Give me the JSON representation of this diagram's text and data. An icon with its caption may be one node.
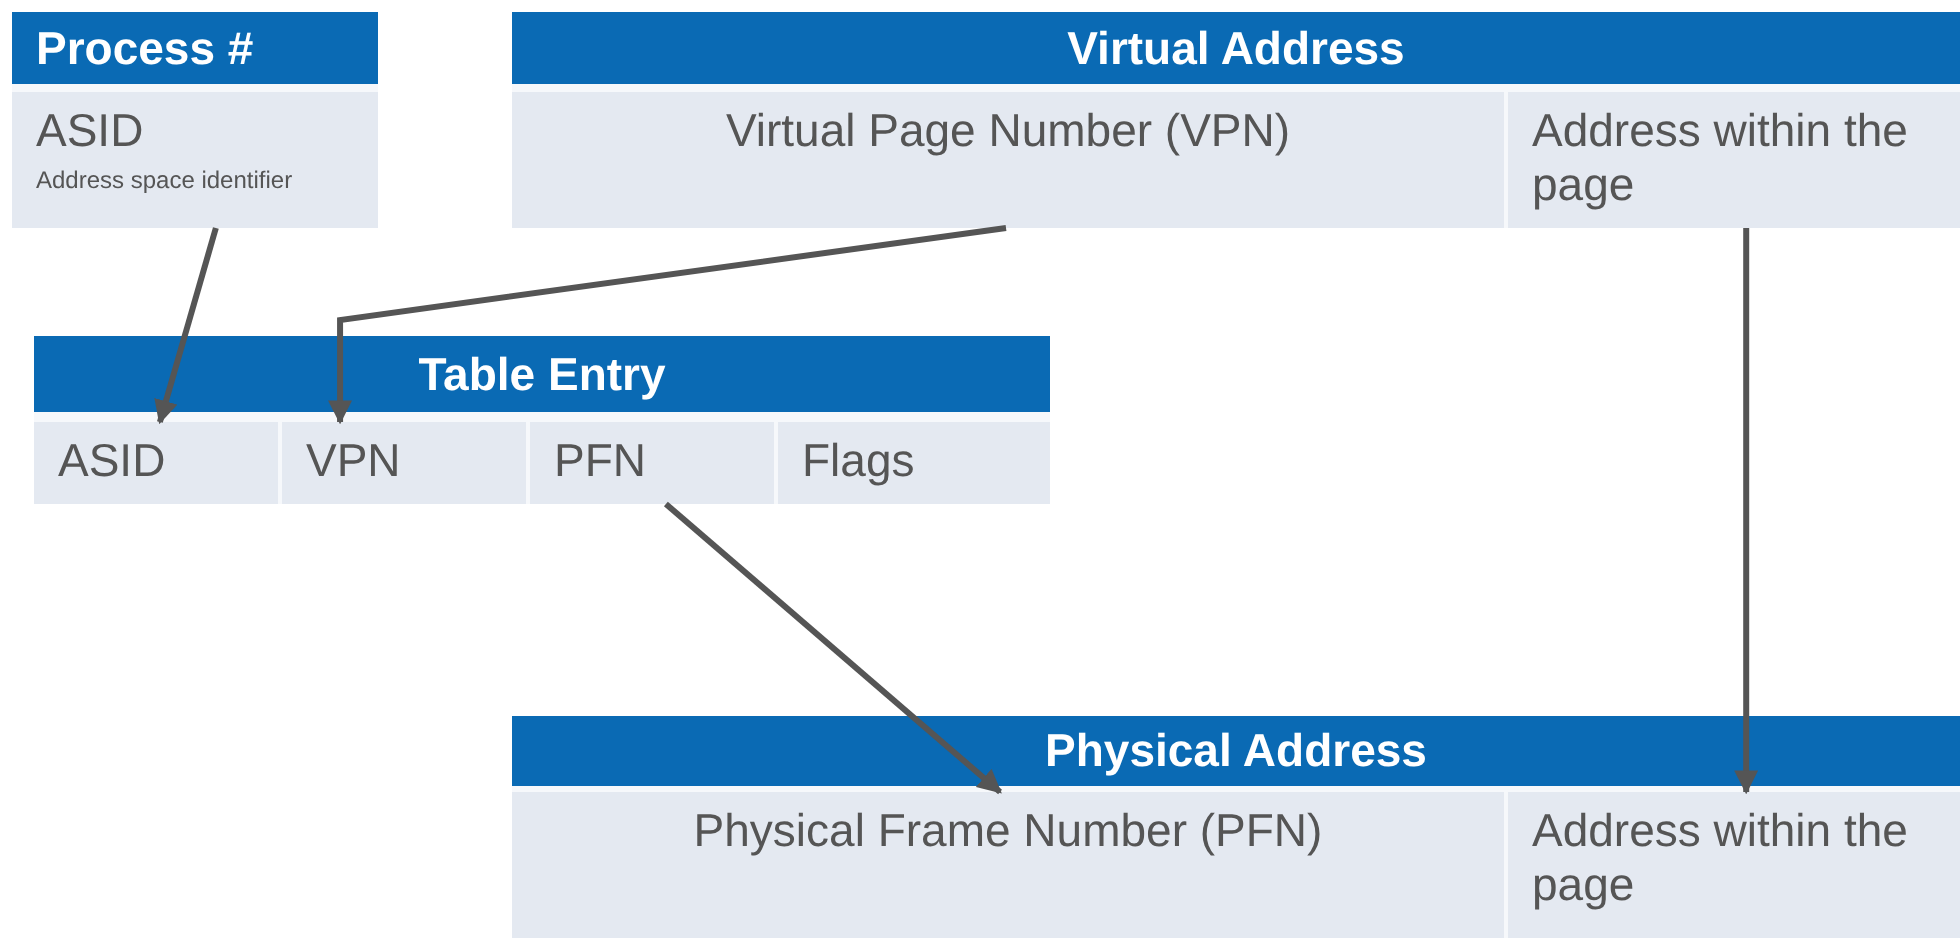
{
  "diagram": {
    "nodes": [
      {
        "text": [
          "Process #"
        ]
      },
      {
        "text": [
          "ASID",
          "Address space identifier"
        ],
        "in": 0
      },
      {
        "text": [
          "Virtual Address"
        ]
      },
      {
        "text": [
          "Virtual Page Number (VPN)"
        ],
        "in": 2
      },
      {
        "text": [
          "Address within the page"
        ],
        "in": 2
      },
      {
        "text": [
          "Table Entry"
        ]
      },
      {
        "text": [
          "ASID"
        ],
        "in": 5
      },
      {
        "text": [
          "VPN"
        ],
        "in": 5
      },
      {
        "text": [
          "PFN"
        ],
        "in": 5
      },
      {
        "text": [
          "Flags"
        ],
        "in": 5
      },
      {
        "text": [
          "Physical Address"
        ]
      },
      {
        "text": [
          "Physical Frame Number (PFN)"
        ],
        "in": 10
      },
      {
        "text": [
          "Address within the page"
        ],
        "in": 10
      }
    ],
    "edges": [
      {
        "from": 1,
        "to": 6,
        "arrow": "to"
      },
      {
        "from": 3,
        "to": 7,
        "arrow": "to"
      },
      {
        "from": 8,
        "to": 11,
        "arrow": "to"
      },
      {
        "from": 4,
        "to": 12,
        "arrow": "to"
      }
    ]
  }
}
